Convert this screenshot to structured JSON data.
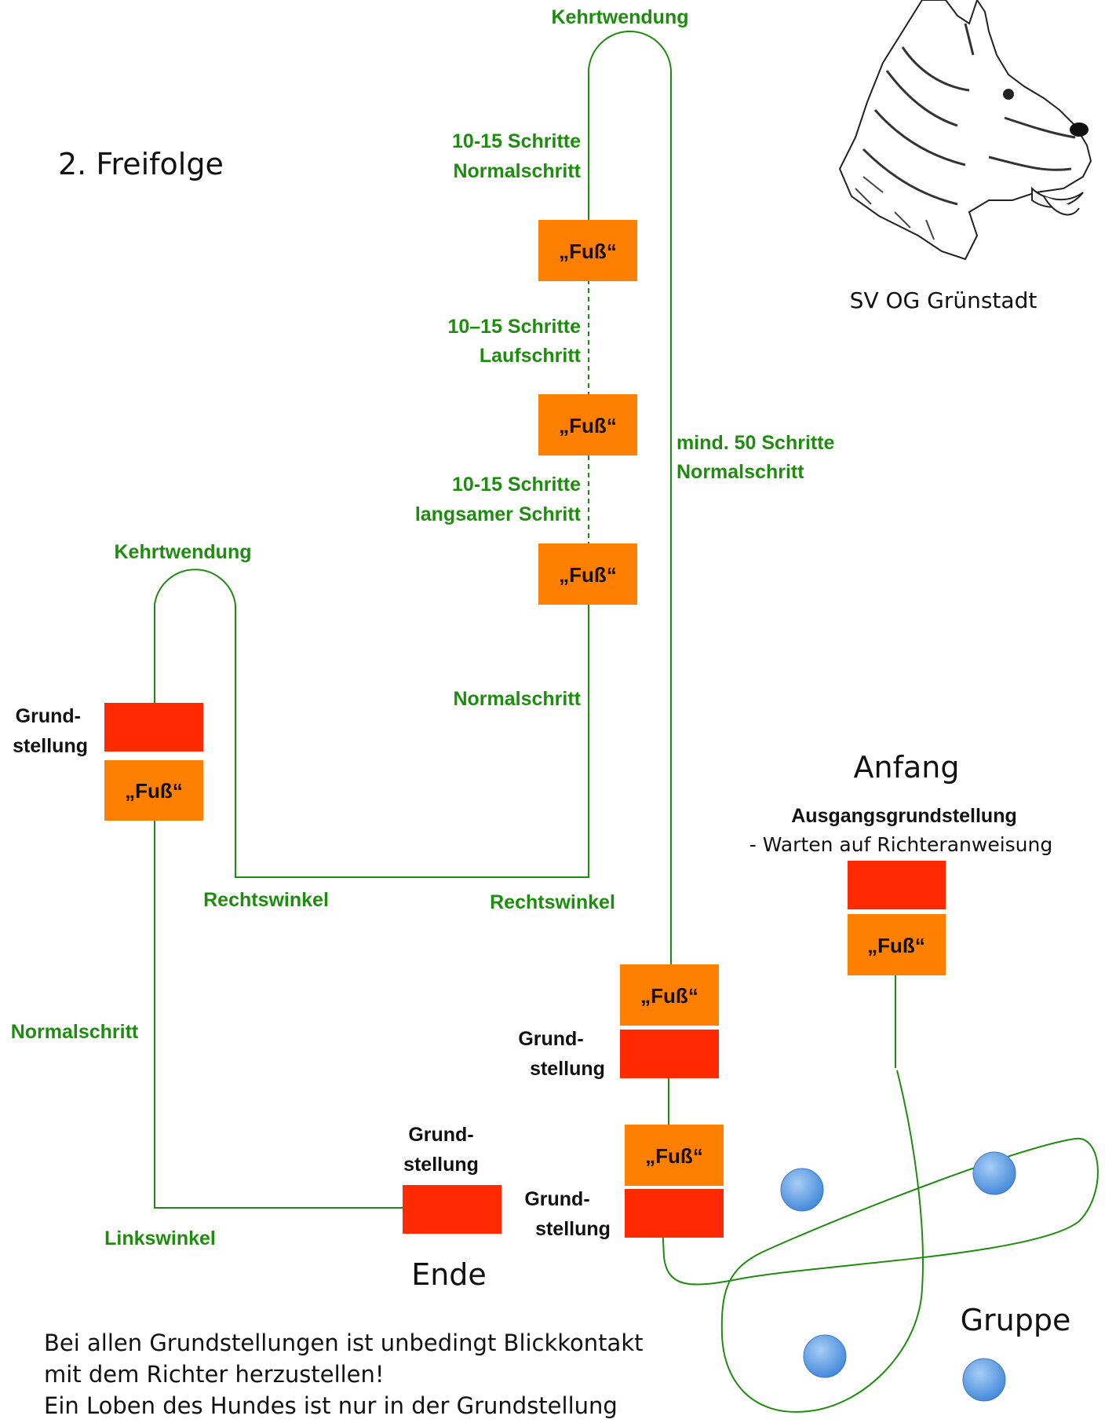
{
  "title": "2. Freifolge",
  "club": "SV OG Grünstadt",
  "colors": {
    "path": "#1e8c0e",
    "fuss": "#ff7f00",
    "grundstellung": "#ff2a00",
    "person": "#4a90e2"
  },
  "labels": {
    "kehrtwendung_top": "Kehrtwendung",
    "kehrtwendung_left": "Kehrtwendung",
    "seg1_a": "10-15 Schritte",
    "seg1_b": "Normalschritt",
    "seg2_a": "10–15 Schritte",
    "seg2_b": "Laufschritt",
    "seg3_a": "10-15 Schritte",
    "seg3_b": "langsamer Schritt",
    "mind_a": "mind. 50 Schritte",
    "mind_b": "Normalschritt",
    "normalschritt_mid": "Normalschritt",
    "normalschritt_left": "Normalschritt",
    "rechtswinkel_left": "Rechtswinkel",
    "rechtswinkel_right": "Rechtswinkel",
    "linkswinkel": "Linkswinkel",
    "grund_a": "Grund-",
    "grund_b": "stellung",
    "anfang": "Anfang",
    "ausgang": "Ausgangsgrundstellung",
    "warten": "- Warten auf Richteranweisung",
    "ende": "Ende",
    "gruppe": "Gruppe",
    "fuss": "„Fuß“"
  },
  "note": {
    "line1": "Bei allen Grundstellungen ist unbedingt Blickkontakt",
    "line2": "mit dem Richter herzustellen!",
    "line3": "Ein Loben des Hundes ist nur in der Grundstellung"
  }
}
